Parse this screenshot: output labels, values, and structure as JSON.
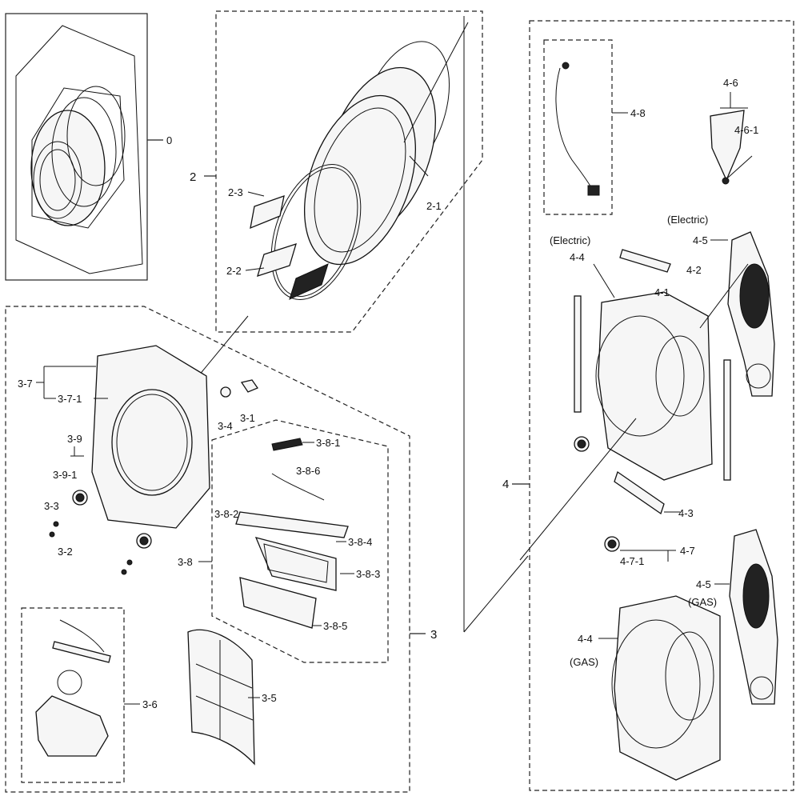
{
  "labels": {
    "l0": "0",
    "l2": "2",
    "l2_1": "2-1",
    "l2_2": "2-2",
    "l2_3": "2-3",
    "l3": "3",
    "l3_1": "3-1",
    "l3_2": "3-2",
    "l3_3": "3-3",
    "l3_4": "3-4",
    "l3_5": "3-5",
    "l3_6": "3-6",
    "l3_7": "3-7",
    "l3_7_1": "3-7-1",
    "l3_8": "3-8",
    "l3_8_1": "3-8-1",
    "l3_8_2": "3-8-2",
    "l3_8_3": "3-8-3",
    "l3_8_4": "3-8-4",
    "l3_8_5": "3-8-5",
    "l3_8_6": "3-8-6",
    "l3_9": "3-9",
    "l3_9_1": "3-9-1",
    "l4": "4",
    "l4_1": "4-1",
    "l4_2": "4-2",
    "l4_3": "4-3",
    "l4_4_e": "4-4",
    "l4_4_g": "4-4",
    "l4_5_e": "4-5",
    "l4_5_g": "4-5",
    "l4_6": "4-6",
    "l4_6_1": "4-6-1",
    "l4_7": "4-7",
    "l4_7_1": "4-7-1",
    "l4_8": "4-8",
    "electric_1": "(Electric)",
    "electric_2": "(Electric)",
    "gas_1": "(GAS)",
    "gas_2": "(GAS)"
  }
}
